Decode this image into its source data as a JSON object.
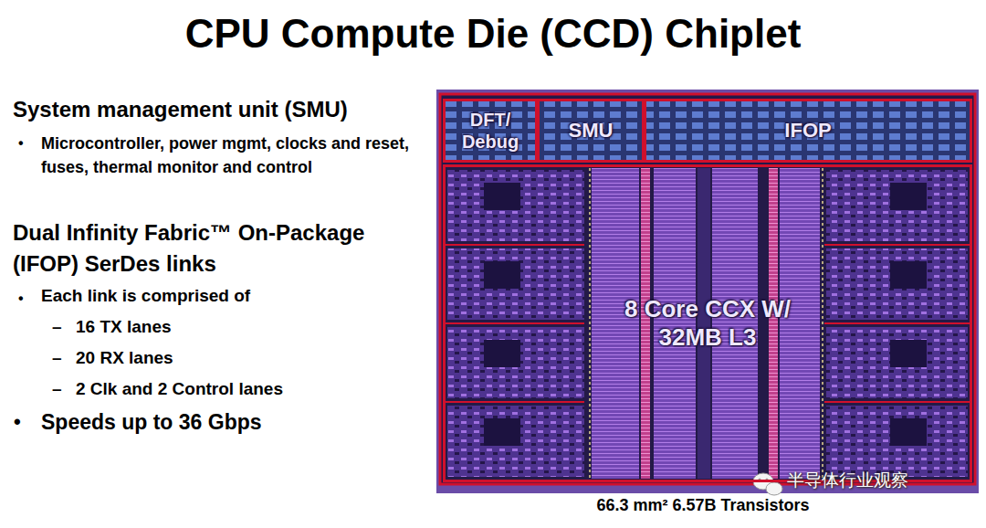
{
  "diagram": {
    "title": "CPU Compute Die (CCD) Chiplet",
    "caption": "66.3 mm² 6.57B Transistors",
    "nodes": [
      {
        "text": [
          "DFT/ Debug"
        ]
      },
      {
        "text": [
          "SMU"
        ]
      },
      {
        "text": [
          "IFOP"
        ]
      },
      {
        "text": [
          "8 Core CCX W/ 32MB L3"
        ]
      }
    ],
    "labels": [
      "System management unit (SMU)",
      "•",
      "Microcontroller, power mgmt, clocks and reset, fuses, thermal monitor and control",
      "Dual Infinity Fabric™ On-Package (IFOP) SerDes links",
      "•",
      "Each link is comprised of",
      "–",
      "16 TX lanes",
      "–",
      "20 RX lanes",
      "–",
      "2 Clk and 2 Control lanes",
      "•",
      "Speeds up to 36 Gbps",
      "半导体行业观察"
    ]
  }
}
